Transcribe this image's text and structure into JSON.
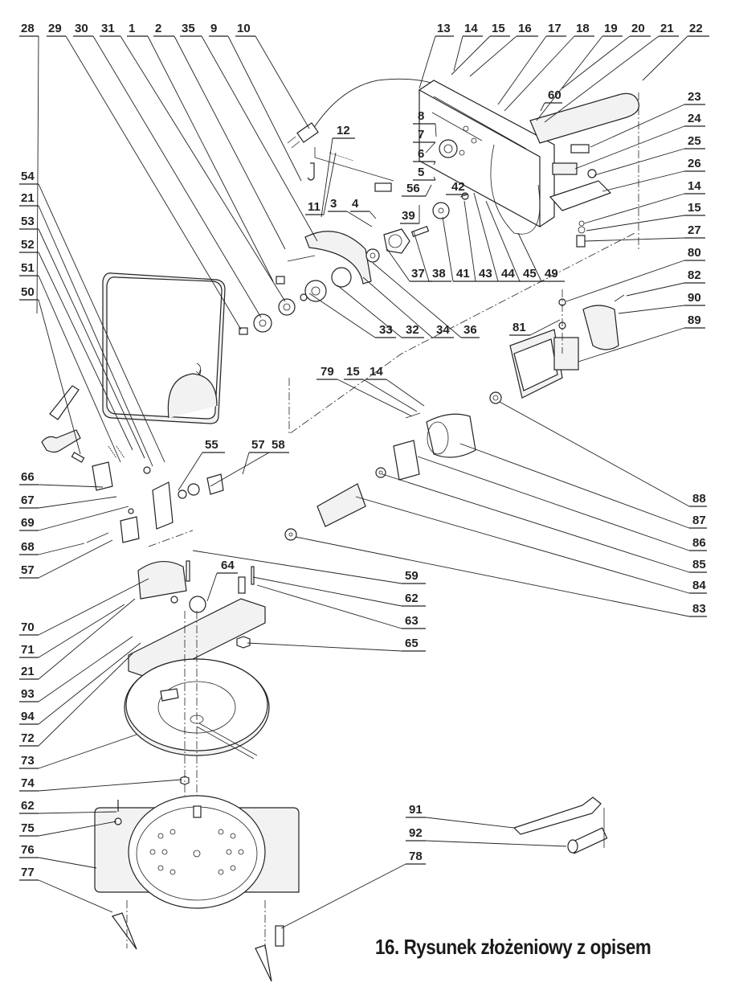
{
  "caption": "16. Rysunek złożeniowy z opisem",
  "callouts": {
    "top_row_left": [
      "28",
      "29",
      "30",
      "31",
      "1",
      "2",
      "35",
      "9",
      "10"
    ],
    "top_row_right": [
      "13",
      "14",
      "15",
      "16",
      "17",
      "18",
      "19",
      "20",
      "21",
      "22"
    ],
    "left_column_upper": [
      "54",
      "21",
      "53",
      "52",
      "51",
      "50"
    ],
    "left_column_lower": [
      "66",
      "67",
      "69",
      "68",
      "57"
    ],
    "left_column_bottom": [
      "70",
      "71",
      "21",
      "93",
      "94",
      "72",
      "73",
      "74",
      "62",
      "75",
      "76",
      "77"
    ],
    "blade_guard_group": [
      "12",
      "11",
      "8",
      "7",
      "6",
      "5",
      "56",
      "3",
      "4",
      "42",
      "39",
      "37",
      "38",
      "41",
      "43",
      "44",
      "45",
      "49",
      "60"
    ],
    "flange_group": [
      "33",
      "32",
      "34",
      "36"
    ],
    "right_column_upper": [
      "23",
      "24",
      "25",
      "26",
      "14",
      "15",
      "27",
      "80",
      "82",
      "90",
      "89"
    ],
    "motor_group": [
      "79",
      "15",
      "14",
      "81",
      "55",
      "57",
      "58",
      "64"
    ],
    "right_column_motor": [
      "88",
      "87",
      "86",
      "85",
      "84",
      "83"
    ],
    "center_column": [
      "59",
      "62",
      "63",
      "65"
    ],
    "accessories": [
      "91",
      "92",
      "78"
    ]
  },
  "labels": [
    {
      "id": "28"
    },
    {
      "id": "29"
    },
    {
      "id": "30"
    },
    {
      "id": "31"
    },
    {
      "id": "1"
    },
    {
      "id": "2"
    },
    {
      "id": "35"
    },
    {
      "id": "9"
    },
    {
      "id": "10"
    },
    {
      "id": "13"
    },
    {
      "id": "14"
    },
    {
      "id": "15"
    },
    {
      "id": "16"
    },
    {
      "id": "17"
    },
    {
      "id": "18"
    },
    {
      "id": "19"
    },
    {
      "id": "20"
    },
    {
      "id": "21"
    },
    {
      "id": "22"
    },
    {
      "id": "12"
    },
    {
      "id": "8"
    },
    {
      "id": "7"
    },
    {
      "id": "6"
    },
    {
      "id": "5"
    },
    {
      "id": "56"
    },
    {
      "id": "11"
    },
    {
      "id": "3"
    },
    {
      "id": "4"
    },
    {
      "id": "42"
    },
    {
      "id": "39"
    },
    {
      "id": "60"
    },
    {
      "id": "37"
    },
    {
      "id": "38"
    },
    {
      "id": "41"
    },
    {
      "id": "43"
    },
    {
      "id": "44"
    },
    {
      "id": "45"
    },
    {
      "id": "49"
    },
    {
      "id": "33"
    },
    {
      "id": "32"
    },
    {
      "id": "34"
    },
    {
      "id": "36"
    },
    {
      "id": "23"
    },
    {
      "id": "24"
    },
    {
      "id": "25"
    },
    {
      "id": "26"
    },
    {
      "id": "14"
    },
    {
      "id": "15"
    },
    {
      "id": "27"
    },
    {
      "id": "80"
    },
    {
      "id": "82"
    },
    {
      "id": "90"
    },
    {
      "id": "89"
    },
    {
      "id": "81"
    },
    {
      "id": "54"
    },
    {
      "id": "21"
    },
    {
      "id": "53"
    },
    {
      "id": "52"
    },
    {
      "id": "51"
    },
    {
      "id": "50"
    },
    {
      "id": "79"
    },
    {
      "id": "15"
    },
    {
      "id": "14"
    },
    {
      "id": "55"
    },
    {
      "id": "57"
    },
    {
      "id": "58"
    },
    {
      "id": "66"
    },
    {
      "id": "67"
    },
    {
      "id": "69"
    },
    {
      "id": "68"
    },
    {
      "id": "57"
    },
    {
      "id": "88"
    },
    {
      "id": "87"
    },
    {
      "id": "86"
    },
    {
      "id": "85"
    },
    {
      "id": "84"
    },
    {
      "id": "83"
    },
    {
      "id": "59"
    },
    {
      "id": "64"
    },
    {
      "id": "62"
    },
    {
      "id": "63"
    },
    {
      "id": "65"
    },
    {
      "id": "70"
    },
    {
      "id": "71"
    },
    {
      "id": "21"
    },
    {
      "id": "93"
    },
    {
      "id": "94"
    },
    {
      "id": "72"
    },
    {
      "id": "73"
    },
    {
      "id": "74"
    },
    {
      "id": "62"
    },
    {
      "id": "75"
    },
    {
      "id": "76"
    },
    {
      "id": "77"
    },
    {
      "id": "91"
    },
    {
      "id": "92"
    },
    {
      "id": "78"
    }
  ]
}
